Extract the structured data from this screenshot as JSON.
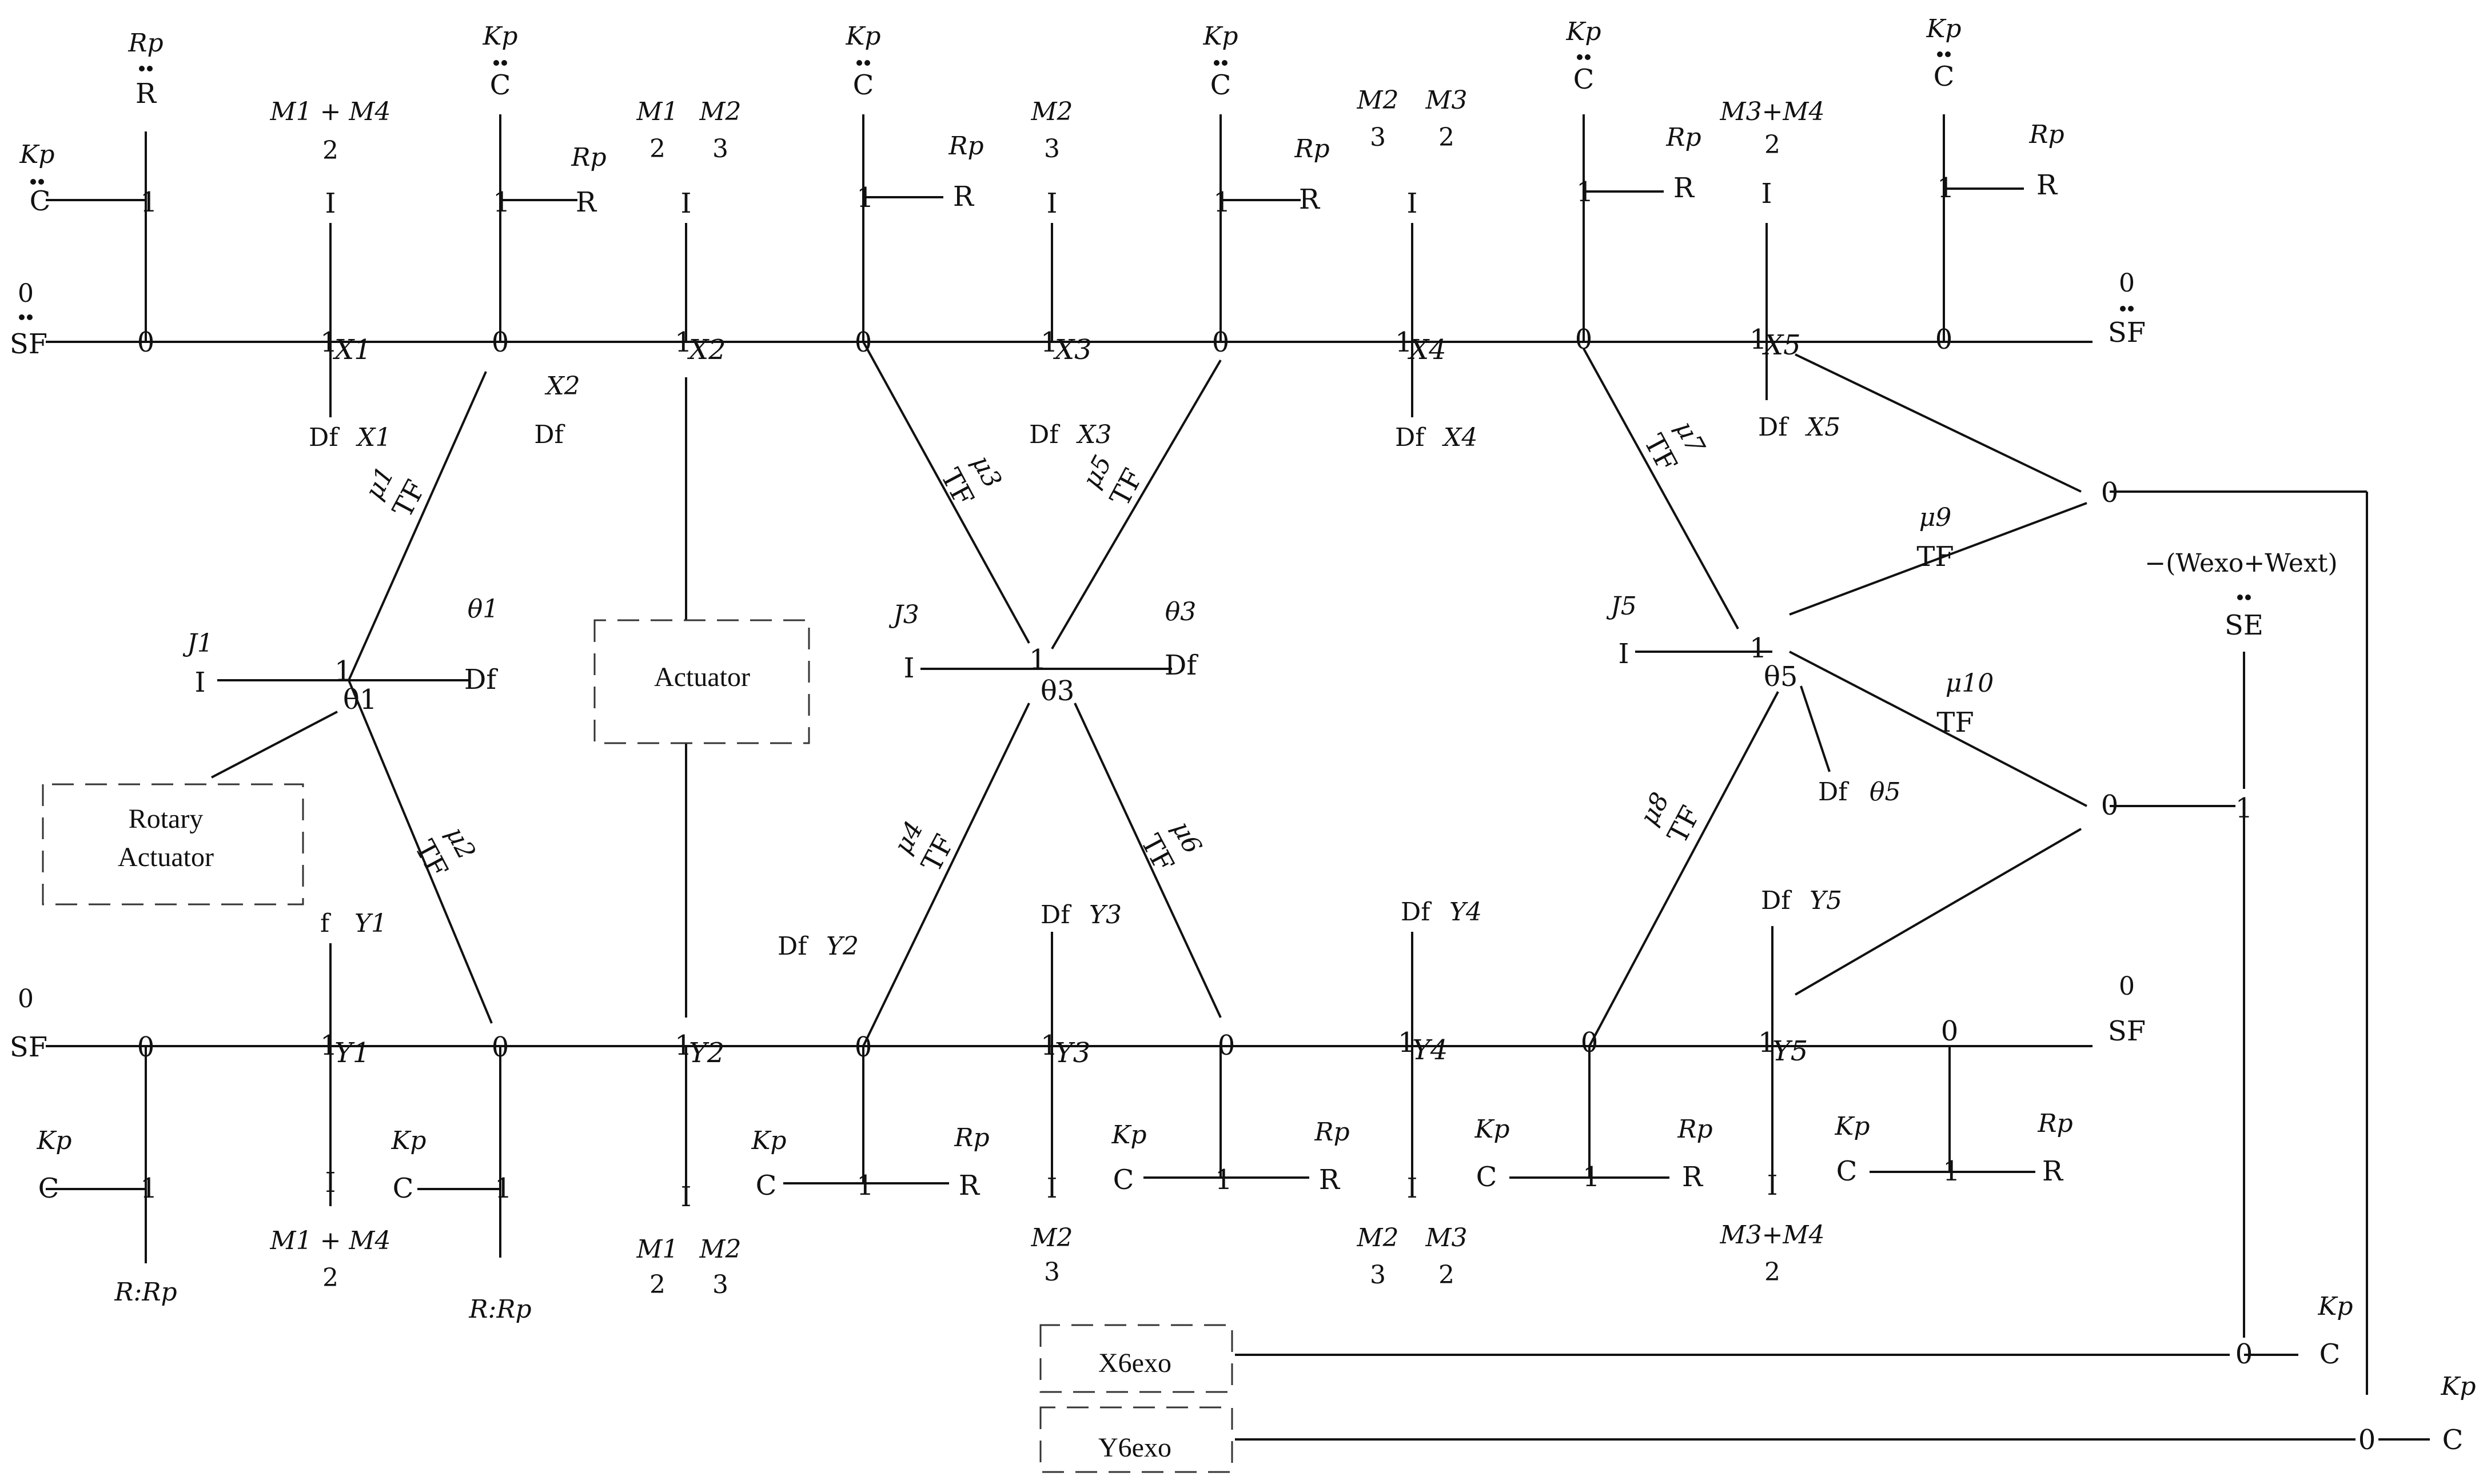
{
  "diagram": {
    "junction_zero": "0",
    "junction_one": "1",
    "el": {
      "C": "C",
      "R": "R",
      "I": "I",
      "SF": "SF",
      "SE": "SE",
      "TF": "TF",
      "Df": "Df",
      "f": "f"
    },
    "params": {
      "Kp": "Kp",
      "Rp": "Rp",
      "zero": "0",
      "J1": "J1",
      "J3": "J3",
      "J5": "J5",
      "R_colon_Rp": "R:Rp"
    },
    "mass_labels": {
      "m14_num": "M1 + M4",
      "m14_den": "2",
      "m12_a": "M1",
      "m12_a_den": "2",
      "m12_b": "M2",
      "m12_b_den": "3",
      "m2_num": "M2",
      "m2_den": "3",
      "m23_a": "M2",
      "m23_a_den": "3",
      "m23_b": "M3",
      "m23_b_den": "2",
      "m34_num": "M3+M4",
      "m34_den": "2"
    },
    "flows": {
      "X1": "X1",
      "X2": "X2",
      "X3": "X3",
      "X4": "X4",
      "X5": "X5",
      "Y1": "Y1",
      "Y2": "Y2",
      "Y3": "Y3",
      "Y4": "Y4",
      "Y5": "Y5",
      "th1": "θ1",
      "th3": "θ3",
      "th5": "θ5"
    },
    "mu": [
      "μ1",
      "μ2",
      "μ3",
      "μ4",
      "μ5",
      "μ6",
      "μ7",
      "μ8",
      "μ9",
      "μ10"
    ],
    "external_effort": "−(Wexo+Wext)",
    "boxes": {
      "actuator": "Actuator",
      "rotary_actuator_1": "Rotary",
      "rotary_actuator_2": "Actuator",
      "x6exo": "X6exo",
      "y6exo": "Y6exo"
    }
  }
}
